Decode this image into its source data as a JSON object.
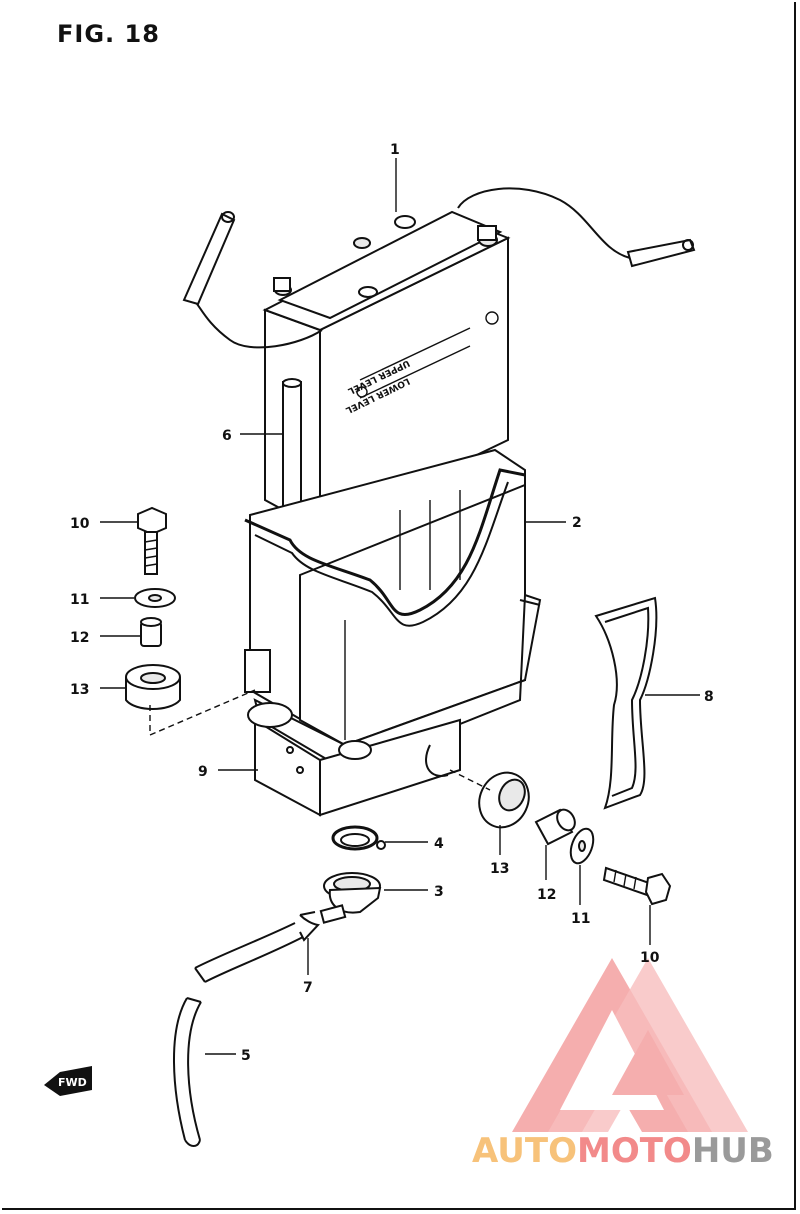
{
  "figure": {
    "title": "FIG. 18"
  },
  "labels": {
    "l1": "1",
    "l2": "2",
    "l3": "3",
    "l4": "4",
    "l5": "5",
    "l6": "6",
    "l7": "7",
    "l8": "8",
    "l9": "9",
    "l10a": "10",
    "l11a": "11",
    "l12a": "12",
    "l13a": "13",
    "l13b": "13",
    "l12b": "12",
    "l11b": "11",
    "l10b": "10"
  },
  "battery_text": {
    "upper": "UPPER LEVEL",
    "lower": "LOWER LEVEL"
  },
  "direction": {
    "label": "FWD"
  },
  "watermark": {
    "part1": "AUTO",
    "part2": "MOTO",
    "part3": "HUB",
    "colors": {
      "auto": "#f7c27a",
      "moto": "#f28a8a",
      "hub": "#9a9a9a",
      "triangle": "#f4a0a0"
    }
  }
}
